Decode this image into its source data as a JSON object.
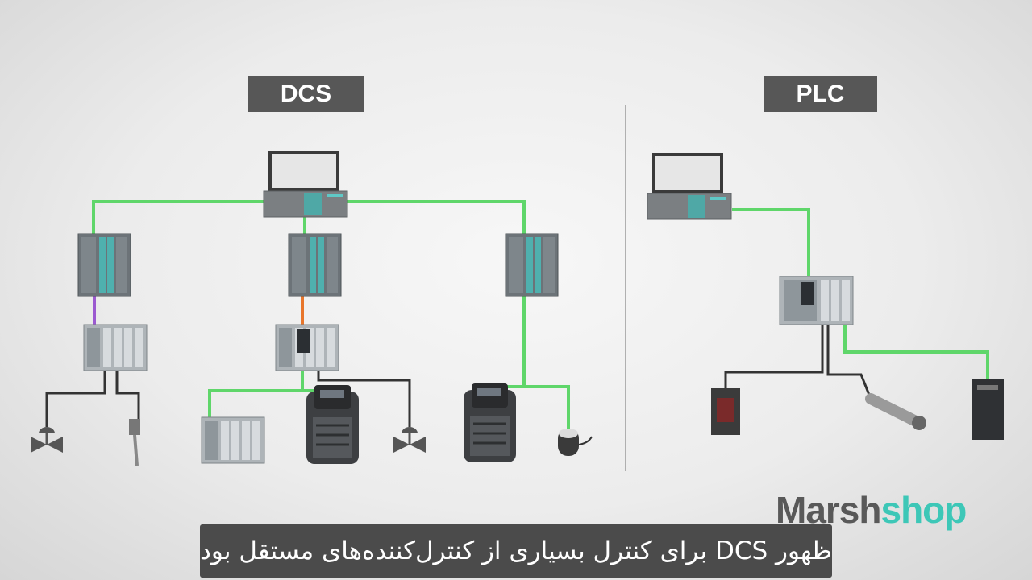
{
  "diagram": {
    "left_title": "DCS",
    "right_title": "PLC",
    "colors": {
      "network": "#5fd66a",
      "profibus": "#9b59d0",
      "profinet": "#e8762c",
      "wire": "#333333",
      "panel": "#575757"
    }
  },
  "logo": {
    "part1": "Marsh",
    "part2": "shop"
  },
  "subtitle": {
    "text": "ظهور DCS برای کنترل بسیاری از کنترل‌کننده‌های مستقل بود"
  }
}
